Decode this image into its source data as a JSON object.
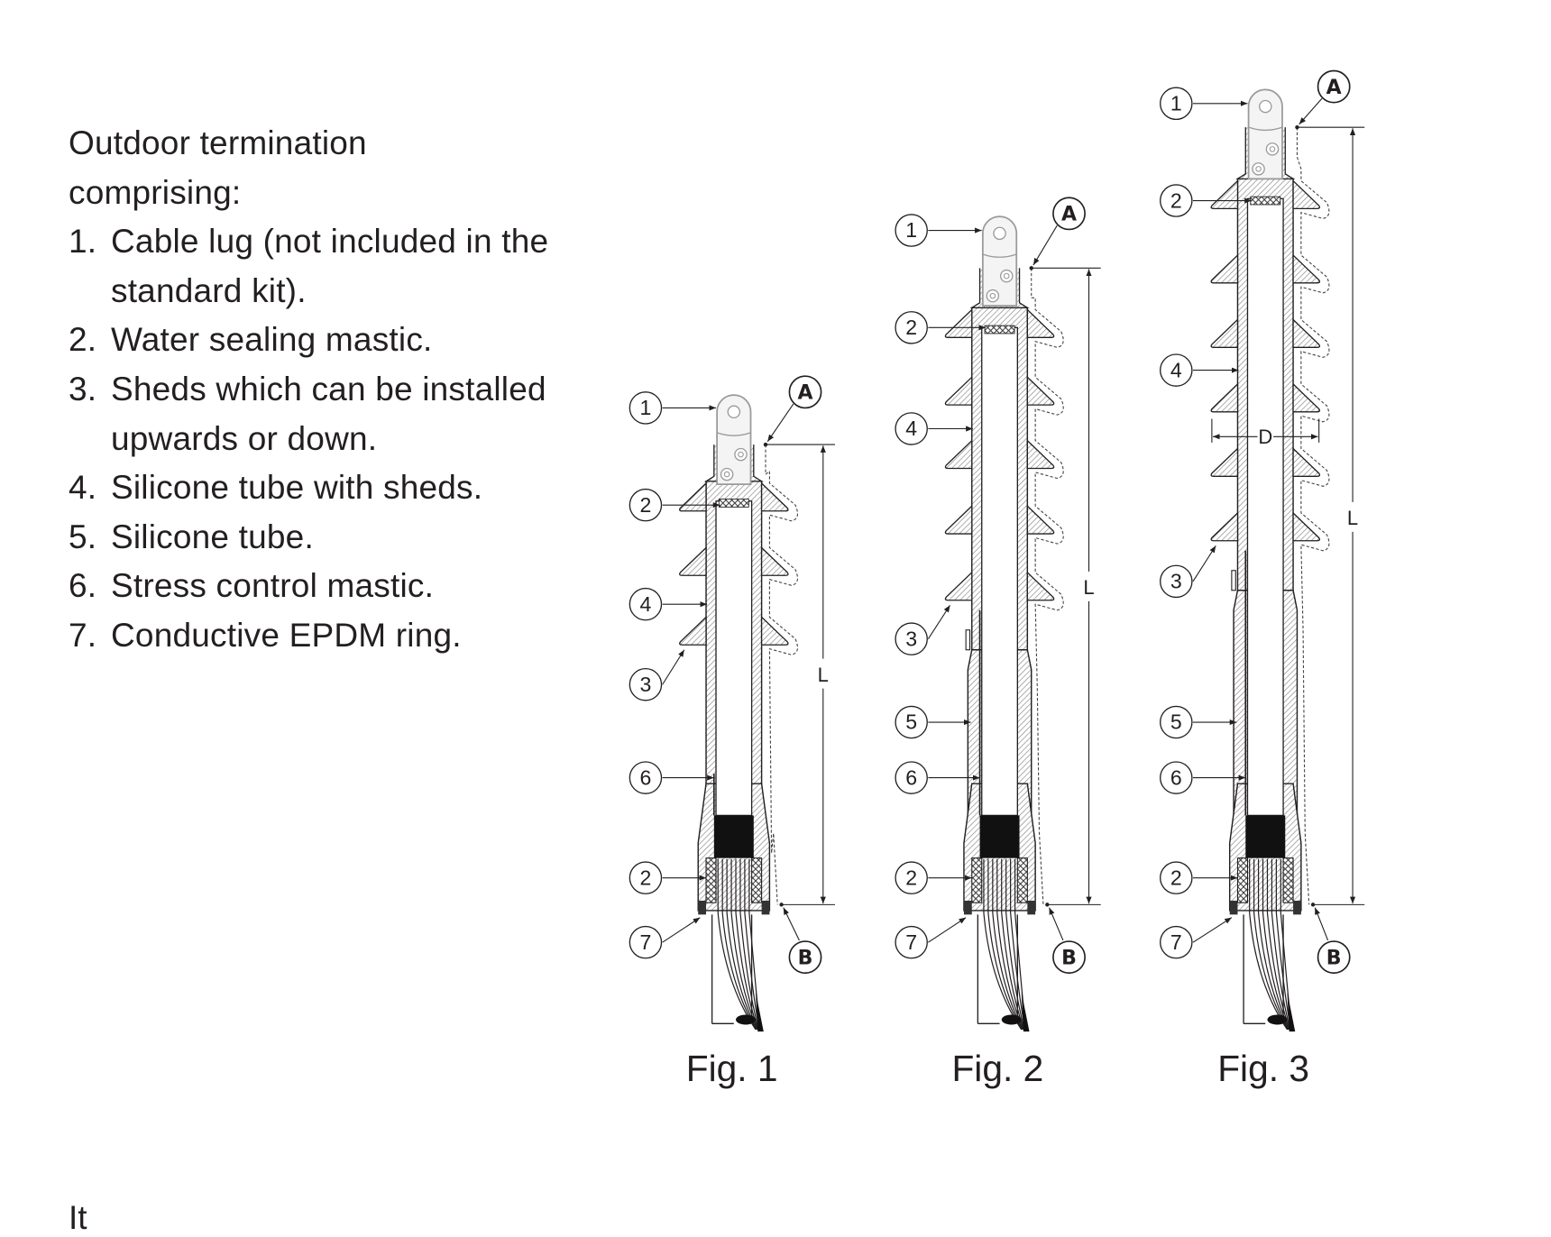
{
  "intro": {
    "line1": "Outdoor termination",
    "line2": "comprising:"
  },
  "items": [
    {
      "num": "1.",
      "text": "Cable lug (not included in the",
      "cont": "standard kit)."
    },
    {
      "num": "2.",
      "text": "Water sealing mastic."
    },
    {
      "num": "3.",
      "text": "Sheds which can be installed",
      "cont": "upwards or down."
    },
    {
      "num": "4.",
      "text": "Silicone tube with sheds."
    },
    {
      "num": "5.",
      "text": "Silicone tube."
    },
    {
      "num": "6.",
      "text": "Stress control mastic."
    },
    {
      "num": "7.",
      "text": "Conductive EPDM ring."
    }
  ],
  "fragment": "It",
  "figures": [
    {
      "caption": "Fig. 1",
      "callouts": [
        "1",
        "2",
        "4",
        "3",
        "6",
        "2",
        "7"
      ],
      "point_a": "A",
      "point_b": "B",
      "length_label": "L"
    },
    {
      "caption": "Fig. 2",
      "callouts": [
        "1",
        "2",
        "4",
        "3",
        "5",
        "6",
        "2",
        "7"
      ],
      "point_a": "A",
      "point_b": "B",
      "length_label": "L"
    },
    {
      "caption": "Fig. 3",
      "callouts": [
        "1",
        "2",
        "4",
        "3",
        "5",
        "6",
        "2",
        "7"
      ],
      "point_a": "A",
      "point_b": "B",
      "length_label": "L",
      "diameter_label": "D"
    }
  ]
}
